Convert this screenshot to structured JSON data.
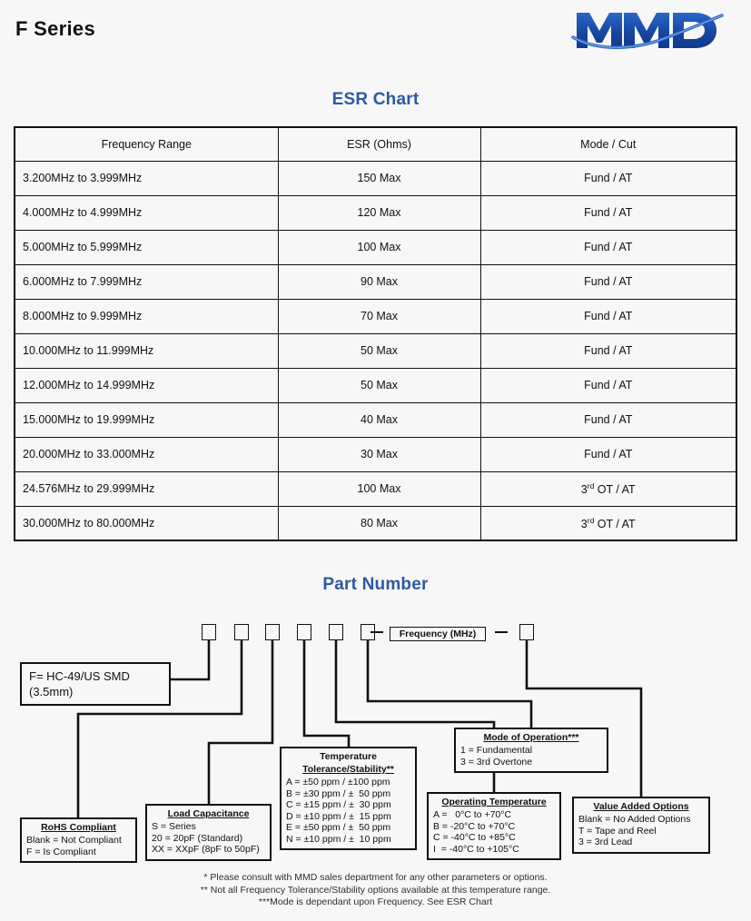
{
  "header": {
    "title": "F Series",
    "logo_text": "MMD",
    "logo_color": "#1a4fa0"
  },
  "sections": {
    "esr_heading": "ESR Chart",
    "part_number_heading": "Part Number",
    "heading_color": "#2c5aa0"
  },
  "esr_table": {
    "columns": [
      "Frequency Range",
      "ESR (Ohms)",
      "Mode / Cut"
    ],
    "rows": [
      {
        "frequency": "3.200MHz to 3.999MHz",
        "esr": "150 Max",
        "mode": "Fund / AT",
        "mode_sup": ""
      },
      {
        "frequency": "4.000MHz to 4.999MHz",
        "esr": "120 Max",
        "mode": "Fund / AT",
        "mode_sup": ""
      },
      {
        "frequency": "5.000MHz to 5.999MHz",
        "esr": "100 Max",
        "mode": "Fund / AT",
        "mode_sup": ""
      },
      {
        "frequency": "6.000MHz to 7.999MHz",
        "esr": "90 Max",
        "mode": "Fund / AT",
        "mode_sup": ""
      },
      {
        "frequency": "8.000MHz to 9.999MHz",
        "esr": "70 Max",
        "mode": "Fund / AT",
        "mode_sup": ""
      },
      {
        "frequency": "10.000MHz to 11.999MHz",
        "esr": "50 Max",
        "mode": "Fund / AT",
        "mode_sup": ""
      },
      {
        "frequency": "12.000MHz to 14.999MHz",
        "esr": "50 Max",
        "mode": "Fund / AT",
        "mode_sup": ""
      },
      {
        "frequency": "15.000MHz to 19.999MHz",
        "esr": "40 Max",
        "mode": "Fund / AT",
        "mode_sup": ""
      },
      {
        "frequency": "20.000MHz to 33.000MHz",
        "esr": "30 Max",
        "mode": "Fund / AT",
        "mode_sup": ""
      },
      {
        "frequency": "24.576MHz to 29.999MHz",
        "esr": "100 Max",
        "mode_prefix": "3",
        "mode_sup": "rd",
        "mode_suffix": " OT / AT"
      },
      {
        "frequency": "30.000MHz to 80.000MHz",
        "esr": "80 Max",
        "mode_prefix": "3",
        "mode_sup": "rd",
        "mode_suffix": " OT / AT"
      }
    ]
  },
  "part_number": {
    "slot_count": 6,
    "frequency_field_label": "Frequency (MHz)",
    "separator": "—",
    "body_box": {
      "line1": "F= HC-49/US SMD",
      "line2": "(3.5mm)"
    },
    "rohs": {
      "title": "RoHS Compliant",
      "rows": [
        "Blank = Not Compliant",
        "F = Is Compliant"
      ]
    },
    "load_capacitance": {
      "title": "Load Capacitance",
      "rows": [
        "S = Series",
        "20 = 20pF (Standard)",
        "XX = XXpF (8pF to 50pF)"
      ]
    },
    "temperature_tolerance": {
      "title_line1": "Temperature",
      "title_line2": "Tolerance/Stability**",
      "rows": [
        "A = ±50 ppm / ±100 ppm",
        "B = ±30 ppm / ±  50 ppm",
        "C = ±15 ppm / ±  30 ppm",
        "D = ±10 ppm / ±  15 ppm",
        "E = ±50 ppm / ±  50 ppm",
        "N = ±10 ppm / ±  10 ppm"
      ]
    },
    "operating_temperature": {
      "title": "Operating Temperature",
      "rows": [
        "A =   0°C to +70°C",
        "B = -20°C to +70°C",
        "C = -40°C to +85°C",
        "I  = -40°C to +105°C"
      ]
    },
    "mode_of_operation": {
      "title": "Mode of Operation***",
      "rows": [
        "1 = Fundamental",
        "3 = 3rd Overtone"
      ]
    },
    "value_added_options": {
      "title": "Value Added Options",
      "rows": [
        "Blank = No Added Options",
        "T = Tape and Reel",
        "3 = 3rd Lead"
      ]
    }
  },
  "footnotes": [
    "* Please consult with MMD sales department for any other parameters or options.",
    "** Not all Frequency Tolerance/Stability options available at this temperature range.",
    "***Mode is dependant upon Frequency. See ESR Chart"
  ]
}
